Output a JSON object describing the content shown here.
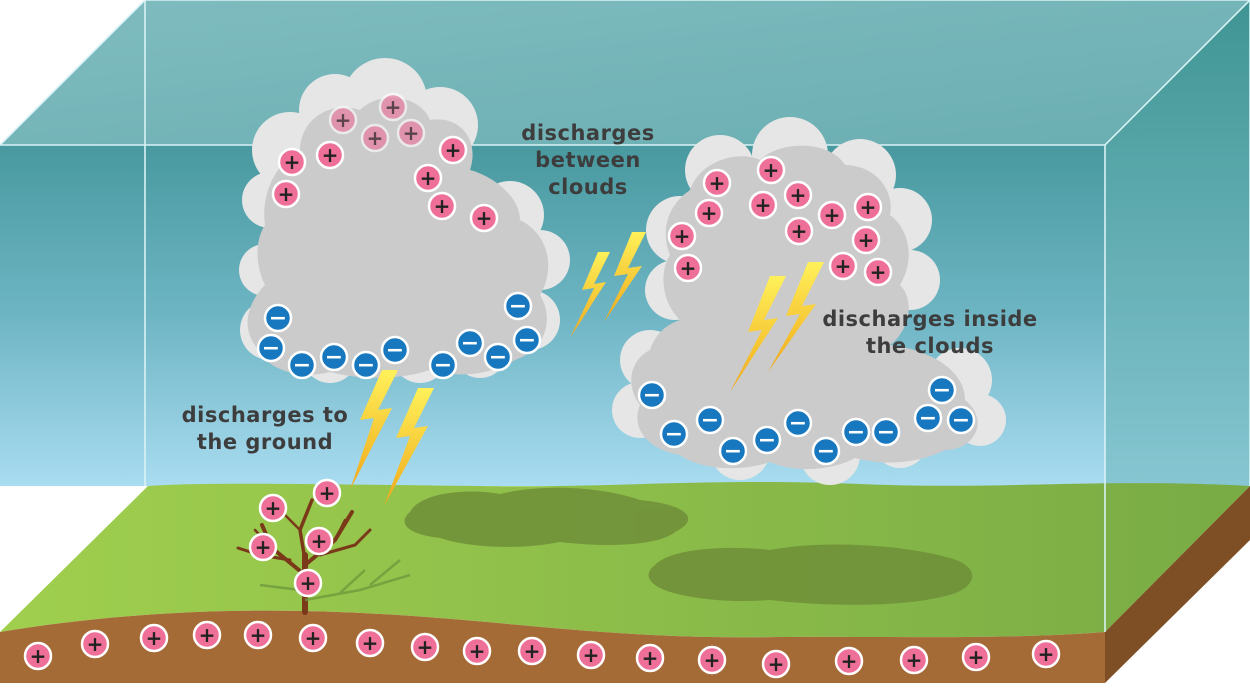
{
  "labels": {
    "between_clouds": [
      "discharges",
      "between",
      "clouds"
    ],
    "inside_clouds": [
      "discharges inside",
      "the clouds"
    ],
    "to_ground": [
      "discharges to",
      "the ground"
    ]
  },
  "charge_symbols": {
    "positive": "+",
    "negative": "−"
  },
  "colors": {
    "positive_charge": "#ee6f98",
    "negative_charge": "#1778c0",
    "cloud": "#cccccc",
    "cloud_outline": "#e3e3e3",
    "sky_top": "#4ea0a6",
    "sky_bottom": "#a8d9ee",
    "grass": "#8fc24a",
    "soil": "#a36a35",
    "lightning": "#f5c518",
    "tree": "#7a3a1a"
  }
}
